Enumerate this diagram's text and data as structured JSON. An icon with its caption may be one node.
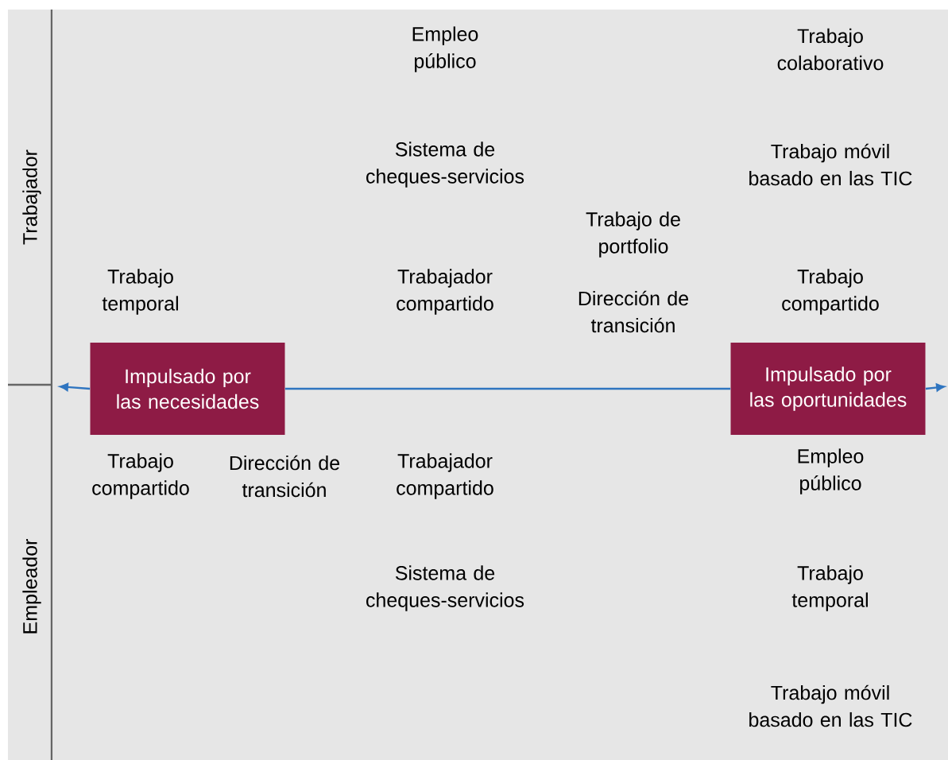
{
  "diagram": {
    "nodes": [
      {
        "text": [
          "Impulsado por las necesidades"
        ]
      },
      {
        "text": [
          "Impulsado por las oportunidades"
        ]
      }
    ],
    "edges": [
      {
        "from": 0,
        "to": 1,
        "arrow": "none"
      },
      {
        "from": 0,
        "to": null,
        "arrow": "to"
      },
      {
        "from": 1,
        "to": null,
        "arrow": "to"
      }
    ],
    "labels": [
      "Trabajador",
      "Empleador",
      "Empleo público",
      "Trabajo colaborativo",
      "Sistema de cheques-servicios",
      "Trabajo móvil basado en las TIC",
      "Trabajo de portfolio",
      "Trabajo temporal",
      "Trabajador compartido",
      "Dirección de transición",
      "Trabajo compartido",
      "Trabajo compartido",
      "Dirección de transición",
      "Trabajador compartido",
      "Empleo público",
      "Sistema de cheques-servicios",
      "Trabajo temporal",
      "Trabajo móvil basado en las TIC"
    ]
  }
}
